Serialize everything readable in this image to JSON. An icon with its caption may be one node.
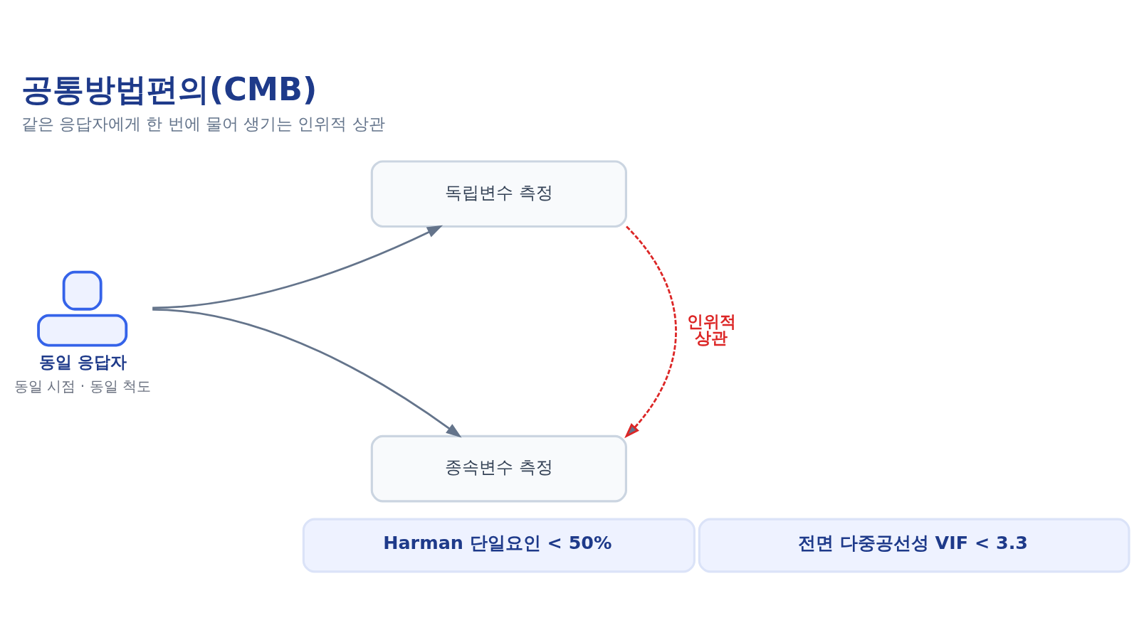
{
  "diagram": {
    "title": "공통방법편의(CMB)",
    "caption": "같은 응답자에게 한 번에 물어 생기는 인위적 상관",
    "nodes": [
      {
        "text": [],
        "shape": "person",
        "beside": [
          "동일 응답자",
          "동일 시점 · 동일 척도"
        ]
      },
      {
        "text": [
          "독립변수 측정"
        ]
      },
      {
        "text": [
          "종속변수 측정"
        ]
      },
      {
        "text": [
          "Harman 단일요인 < 50%"
        ]
      },
      {
        "text": [
          "전면 다중공선성 VIF < 3.3"
        ]
      }
    ],
    "edges": [
      {
        "from": 0,
        "to": 1,
        "arrow": "to"
      },
      {
        "from": 0,
        "to": 2,
        "arrow": "to"
      },
      {
        "from": 1,
        "to": 2,
        "arrow": "to",
        "label": "인위적 상관",
        "style": "dashed",
        "color": "#dc2626"
      }
    ]
  }
}
